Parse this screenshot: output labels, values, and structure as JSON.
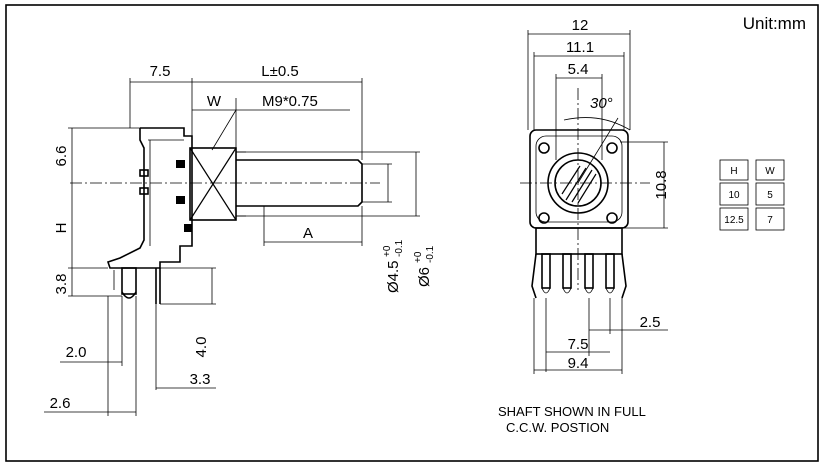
{
  "unit_label": "Unit:mm",
  "side_view": {
    "dims": {
      "d7_5": "7.5",
      "L": "L±0.5",
      "W": "W",
      "thread": "M9*0.75",
      "d6_6": "6.6",
      "H": "H",
      "d3_8": "3.8",
      "d4_0": "4.0",
      "d2_0": "2.0",
      "d3_3": "3.3",
      "d2_6": "2.6",
      "A": "A",
      "dia45_base": "Ø4.5",
      "dia45_tol_upper": "+0",
      "dia45_tol_lower": "-0.1",
      "dia6_base": "Ø6",
      "dia6_tol_upper": "+0",
      "dia6_tol_lower": "-0.1"
    }
  },
  "front_view": {
    "dims": {
      "d12": "12",
      "d11_1": "11.1",
      "d5_4": "5.4",
      "angle": "30°",
      "d10_8": "10.8",
      "d2_5": "2.5",
      "d7_5b": "7.5",
      "d9_4": "9.4"
    },
    "note_line1": "SHAFT SHOWN IN FULL",
    "note_line2": "C.C.W. POSTION"
  },
  "hw_table": {
    "headers": [
      "H",
      "W"
    ],
    "rows": [
      [
        "10",
        "5"
      ],
      [
        "12.5",
        "7"
      ]
    ]
  }
}
